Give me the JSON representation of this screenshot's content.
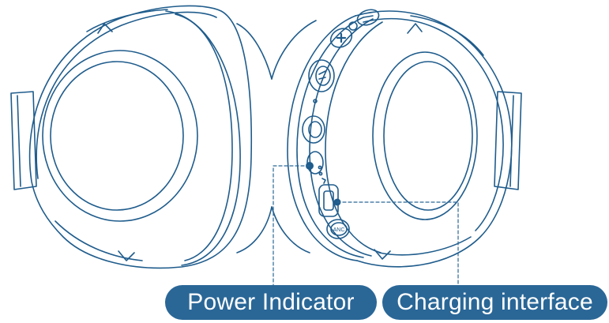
{
  "colors": {
    "line": "#1f5c8c",
    "pill_bg": "#2a6797",
    "dashed": "#2a6797",
    "background": "#ffffff"
  },
  "labels": {
    "power_indicator": "Power Indicator",
    "charging_interface": "Charging interface"
  },
  "buttons": {
    "anc": "ANC",
    "plus": "+",
    "minus": "−"
  }
}
